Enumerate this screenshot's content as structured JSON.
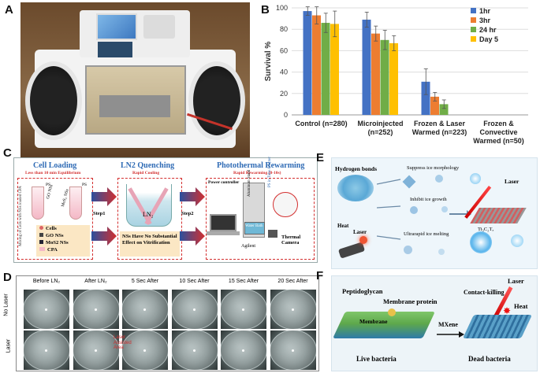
{
  "panels": {
    "A": "A",
    "B": "B",
    "C": "C",
    "D": "D",
    "E": "E",
    "F": "F"
  },
  "colors": {
    "series": [
      "#4472C4",
      "#ED7D31",
      "#70AD47",
      "#FFC000"
    ],
    "red_dash": "#d32f2f",
    "blue_title": "#2f6bb5",
    "panelE_bg": "#eef6fb",
    "panelF_bg": "#edf4f8"
  },
  "chart_data": {
    "type": "bar",
    "ylabel": "Survival %",
    "ylim": [
      0,
      100
    ],
    "yticks": [
      0,
      20,
      40,
      60,
      80,
      100
    ],
    "categories": [
      "Control (n=280)",
      "Microinjected (n=252)",
      "Frozen & Laser Warmed (n=223)",
      "Frozen & Convective Warmed (n=50)"
    ],
    "category_lines": [
      [
        "Control (n=280)"
      ],
      [
        "Microinjected",
        "(n=252)"
      ],
      [
        "Frozen & Laser",
        "Warmed (n=223)"
      ],
      [
        "Frozen &",
        "Convective",
        "Warmed (n=50)"
      ]
    ],
    "legend_position": "top-right",
    "series": [
      {
        "name": "1hr",
        "values": [
          97,
          89,
          31,
          0
        ],
        "err": [
          4,
          7,
          12,
          0
        ]
      },
      {
        "name": "3hr",
        "values": [
          93,
          76,
          17,
          0
        ],
        "err": [
          8,
          7,
          4,
          0
        ]
      },
      {
        "name": "24 hr",
        "values": [
          86,
          70,
          10,
          0
        ],
        "err": [
          9,
          9,
          4,
          0
        ]
      },
      {
        "name": "Day 5",
        "values": [
          85,
          67,
          0,
          0
        ],
        "err": [
          12,
          7,
          0,
          0
        ]
      }
    ]
  },
  "panelC": {
    "cell_loading": "Cell Loading",
    "cell_loading_sub": "Less than 10 min Equilibrium",
    "ps1": "PS",
    "ps2": "PS",
    "go_nss": "GO NSs",
    "mos2_nss": "MoS₂ NSs",
    "mixing_vertical": "Mixing of Cells with NSs loaded CPA",
    "legend": [
      "Cells",
      "GO NSs",
      "MoS2 NSs",
      "CPA"
    ],
    "step1": "Step1",
    "ln2_quenching": "LN2 Quenching",
    "rapid_cooling": "Rapid Cooling",
    "ln2": "LN₂",
    "nss_note": "NSs Have No Substantial Effect on Vitrification",
    "step2": "Step2",
    "photothermal": "Photothermal Rewarming",
    "rapid_rewarming": "Rapid Rewarming (8-10s)",
    "power_controller": "Power controller",
    "ps_in_tube": "PS in Tube Adapter",
    "aluminum_stand": "Aluminum Stand",
    "water_bath": "Water Bath",
    "agilent": "Agilent",
    "thermal_camera": "Thermal Camera"
  },
  "panelD": {
    "headers": [
      "Before LN₂",
      "After LN₂",
      "5 Sec After",
      "10 Sec After",
      "15 Sec After",
      "20 Sec After"
    ],
    "rows": [
      "No Laser",
      "Laser"
    ],
    "annotation": "Laser Assisted Area"
  },
  "panelE": {
    "hydrogen_bonds": "Hydrogen bonds",
    "heat": "Heat",
    "laser_left": "Laser",
    "suppress": "Suppress ice morphology",
    "inhibit": "Inhibit ice growth",
    "ultrarapid": "Ultrarapid ice melting",
    "laser_right": "Laser",
    "formula": "Ti₃C₂Tₓ"
  },
  "panelF": {
    "peptidoglycan": "Peptidoglycan",
    "membrane_protein": "Membrane protein",
    "membrane": "Membrane",
    "mxene": "MXene",
    "contact_killing": "Contact-killing",
    "laser": "Laser",
    "heat": "Heat",
    "live": "Live bacteria",
    "dead": "Dead bacteria"
  }
}
